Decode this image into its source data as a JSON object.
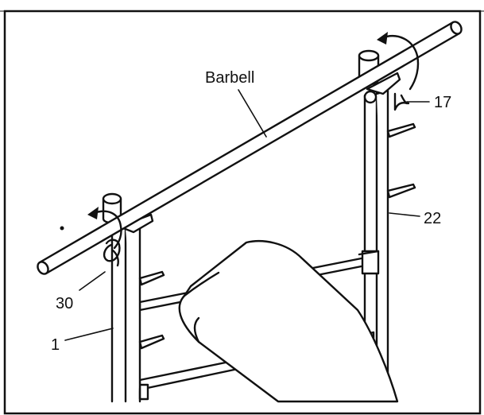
{
  "diagram": {
    "labels": {
      "barbell": "Barbell",
      "part_17": "17",
      "part_22": "22",
      "part_30": "30",
      "part_1": "1"
    }
  }
}
